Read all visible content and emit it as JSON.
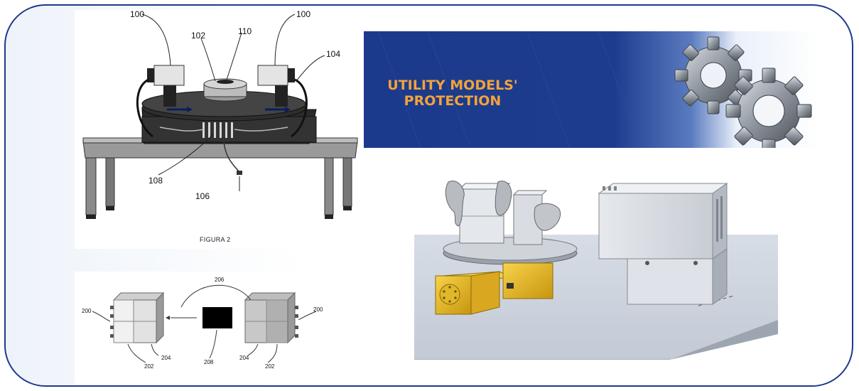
{
  "patent_figure_2": {
    "refs": {
      "r100_left": "100",
      "r100_right": "100",
      "r102": "102",
      "r110": "110",
      "r104": "104",
      "r108": "108",
      "r106": "106"
    },
    "caption": "FIGURA 2"
  },
  "patent_figure_3": {
    "refs": {
      "r206": "206",
      "r200_left": "200",
      "r200_right": "200",
      "r202_left": "202",
      "r202_right": "202",
      "r204_left": "204",
      "r204_right": "204",
      "r208": "208"
    }
  },
  "banner": {
    "title_line1": "UTILITY MODELS'",
    "title_line2": "PROTECTION",
    "colors": {
      "background": "#1c3a8c",
      "title": "#f2a33a"
    }
  },
  "frame": {
    "border_color": "#1d3a8a"
  }
}
